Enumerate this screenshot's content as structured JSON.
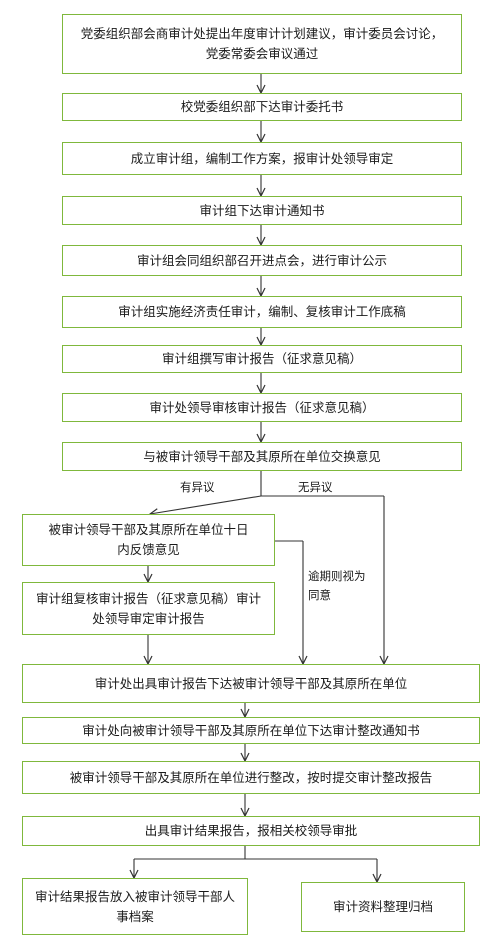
{
  "steps": [
    "党委组织部会商审计处提出年度审计计划建议，审计委员会讨论，党委常委会审议通过",
    "校党委组织部下达审计委托书",
    "成立审计组，编制工作方案，报审计处领导审定",
    "审计组下达审计通知书",
    "审计组会同组织部召开进点会，进行审计公示",
    "审计组实施经济责任审计，编制、复核审计工作底稿",
    "审计组撰写审计报告（征求意见稿）",
    "审计处领导审核审计报告（征求意见稿）",
    "与被审计领导干部及其原所在单位交换意见"
  ],
  "branch": {
    "left_label": "有异议",
    "right_label": "无异议",
    "feedback": "被审计领导干部及其原所在单位十日内反馈意见",
    "review": "审计组复核审计报告（征求意见稿）审计处领导审定审计报告",
    "overdue_label": "逾期则视为同意"
  },
  "final_steps": [
    "审计处出具审计报告下达被审计领导干部及其原所在单位",
    "审计处向被审计领导干部及其原所在单位下达审计整改通知书",
    "被审计领导干部及其原所在单位进行整改，按时提交审计整改报告",
    "出具审计结果报告，报相关校领导审批"
  ],
  "outputs": {
    "personnel_file": "审计结果报告放入被审计领导干部人事档案",
    "archive": "审计资料整理归档"
  },
  "colors": {
    "border": "#7fb83c",
    "line": "#333333"
  }
}
